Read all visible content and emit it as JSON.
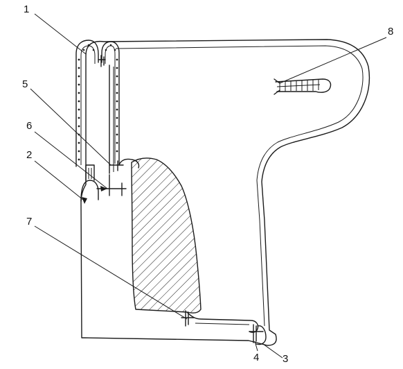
{
  "labels": {
    "l1": "1",
    "l2": "2",
    "l3": "3",
    "l4": "4",
    "l5": "5",
    "l6": "6",
    "l7": "7",
    "l8": "8"
  },
  "colors": {
    "ink": "#1a1a1a",
    "background": "#ffffff"
  }
}
